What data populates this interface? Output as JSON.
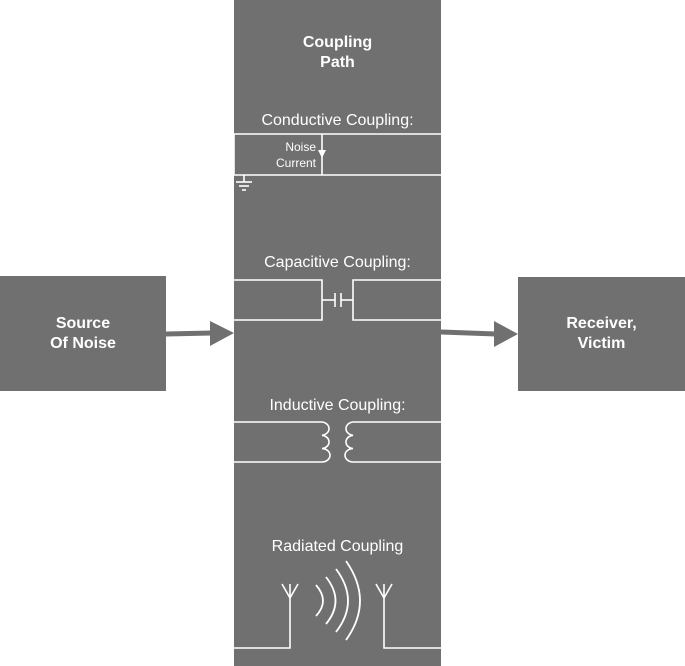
{
  "source": {
    "label": "Source Of Noise",
    "line1": "Source",
    "line2": "Of Noise"
  },
  "victim": {
    "label": "Receiver, Victim",
    "line1": "Receiver,",
    "line2": "Victim"
  },
  "path": {
    "title_line1": "Coupling",
    "title_line2": "Path"
  },
  "coupling": {
    "conductive": {
      "label": "Conductive Coupling:",
      "noise_line1": "Noise",
      "noise_line2": "Current"
    },
    "capacitive": {
      "label": "Capacitive Coupling:"
    },
    "inductive": {
      "label": "Inductive Coupling:"
    },
    "radiated": {
      "label": "Radiated Coupling"
    }
  },
  "colors": {
    "block": "#707070",
    "text": "#ffffff",
    "background": "#ffffff"
  }
}
